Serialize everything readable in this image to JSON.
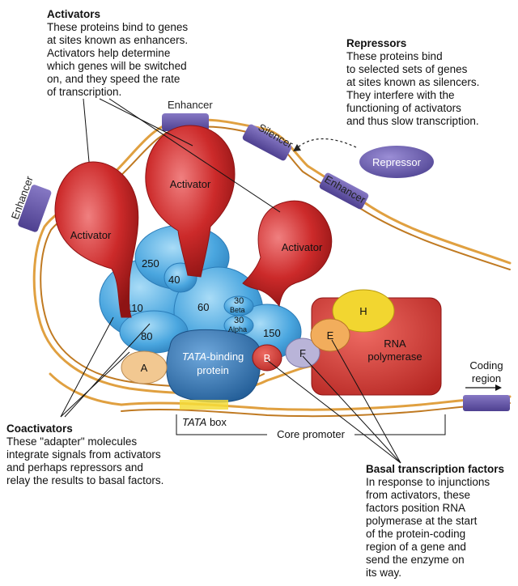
{
  "callouts": {
    "activators": {
      "title": "Activators",
      "body": "These proteins bind to genes\nat sites known as enhancers.\nActivators help determine\nwhich genes will be switched\non, and they speed the rate\nof transcription."
    },
    "repressors": {
      "title": "Repressors",
      "body": "These proteins bind\nto selected sets of genes\nat sites known as silencers.\nThey interfere with the\nfunctioning of activators\nand thus slow transcription."
    },
    "coactivators": {
      "title": "Coactivators",
      "body": "These \"adapter\" molecules\nintegrate signals from activators\nand perhaps repressors and\nrelay the results to basal factors."
    },
    "basal": {
      "title": "Basal transcription factors",
      "body": "In response to injunctions\nfrom activators, these\nfactors position RNA\npolymerase at the start\nof the protein-coding\nregion of a gene and\nsend the enzyme on\nits way."
    }
  },
  "labels": {
    "enhancer_top": "Enhancer",
    "enhancer_left": "Enhancer",
    "enhancer_right": "Enhancer",
    "silencer": "Silencer",
    "repressor": "Repressor",
    "activator_left": "Activator",
    "activator_mid": "Activator",
    "activator_right": "Activator",
    "sub_250": "250",
    "sub_40": "40",
    "sub_110": "110",
    "sub_60": "60",
    "sub_80": "80",
    "sub_30_beta_num": "30",
    "sub_30_beta_name": "Beta",
    "sub_30_alpha_num": "30",
    "sub_30_alpha_name": "Alpha",
    "sub_150": "150",
    "tbp_line1_italic": "TATA",
    "tbp_line1_rest": "-binding",
    "tbp_line2": "protein",
    "factor_a": "A",
    "factor_b": "B",
    "factor_f": "F",
    "factor_e": "E",
    "factor_h": "H",
    "rna_pol_line1": "RNA",
    "rna_pol_line2": "polymerase",
    "coding_region_line1": "Coding",
    "coding_region_line2": "region",
    "tata_box_italic": "TATA",
    "tata_box_rest": " box",
    "core_promoter": "Core promoter"
  },
  "colors": {
    "activator": "#cc2a2a",
    "complex": "#4aa6df",
    "tbp": "#2a6fae",
    "dna": "#e0a040",
    "enhancer_band": "#6a5ba8",
    "repressor": "#6b5ab0",
    "factor_a": "#f2c891",
    "factor_e": "#f2ad5c",
    "factor_h": "#f2d630",
    "factor_f": "#b9b4d8",
    "rna_pol": "#d63a34",
    "tata_box": "#f4dc3a"
  }
}
